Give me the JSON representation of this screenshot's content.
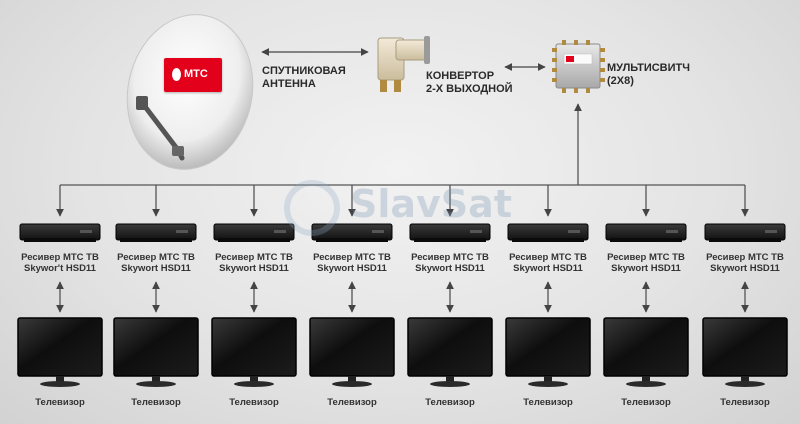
{
  "antenna": {
    "label_line1": "СПУТНИКОВАЯ",
    "label_line2": "АНТЕННА",
    "logo_text": "МТС",
    "icon": "satellite-dish-icon"
  },
  "converter": {
    "label_line1": "КОНВЕРТОР",
    "label_line2": "2-Х ВЫХОДНОЙ",
    "icon": "lnb-icon"
  },
  "multiswitch": {
    "label_line1": "МУЛЬТИСВИТЧ",
    "label_line2": "(2Х8)",
    "icon": "multiswitch-icon"
  },
  "receivers": [
    {
      "line1": "Ресивер МТС ТВ",
      "line2": "Skywor't HSD11"
    },
    {
      "line1": "Ресивер МТС ТВ",
      "line2": "Skywort HSD11"
    },
    {
      "line1": "Ресивер МТС ТВ",
      "line2": "Skywort HSD11"
    },
    {
      "line1": "Ресивер МТС ТВ",
      "line2": "Skywort HSD11"
    },
    {
      "line1": "Ресивер МТС ТВ",
      "line2": "Skywort HSD11"
    },
    {
      "line1": "Ресивер МТС ТВ",
      "line2": "Skywort HSD11"
    },
    {
      "line1": "Ресивер МТС ТВ",
      "line2": "Skywort HSD11"
    },
    {
      "line1": "Ресивер МТС ТВ",
      "line2": "Skywort HSD11"
    }
  ],
  "televisions": [
    "Телевизор",
    "Телевизор",
    "Телевизор",
    "Телевизор",
    "Телевизор",
    "Телевизор",
    "Телевизор",
    "Телевизор"
  ],
  "watermark": {
    "text": "SlavSat"
  },
  "colors": {
    "background": "#e4e4e4",
    "brand_red": "#e2001a",
    "line": "#555555",
    "device_dark": "#1b1b1b"
  }
}
